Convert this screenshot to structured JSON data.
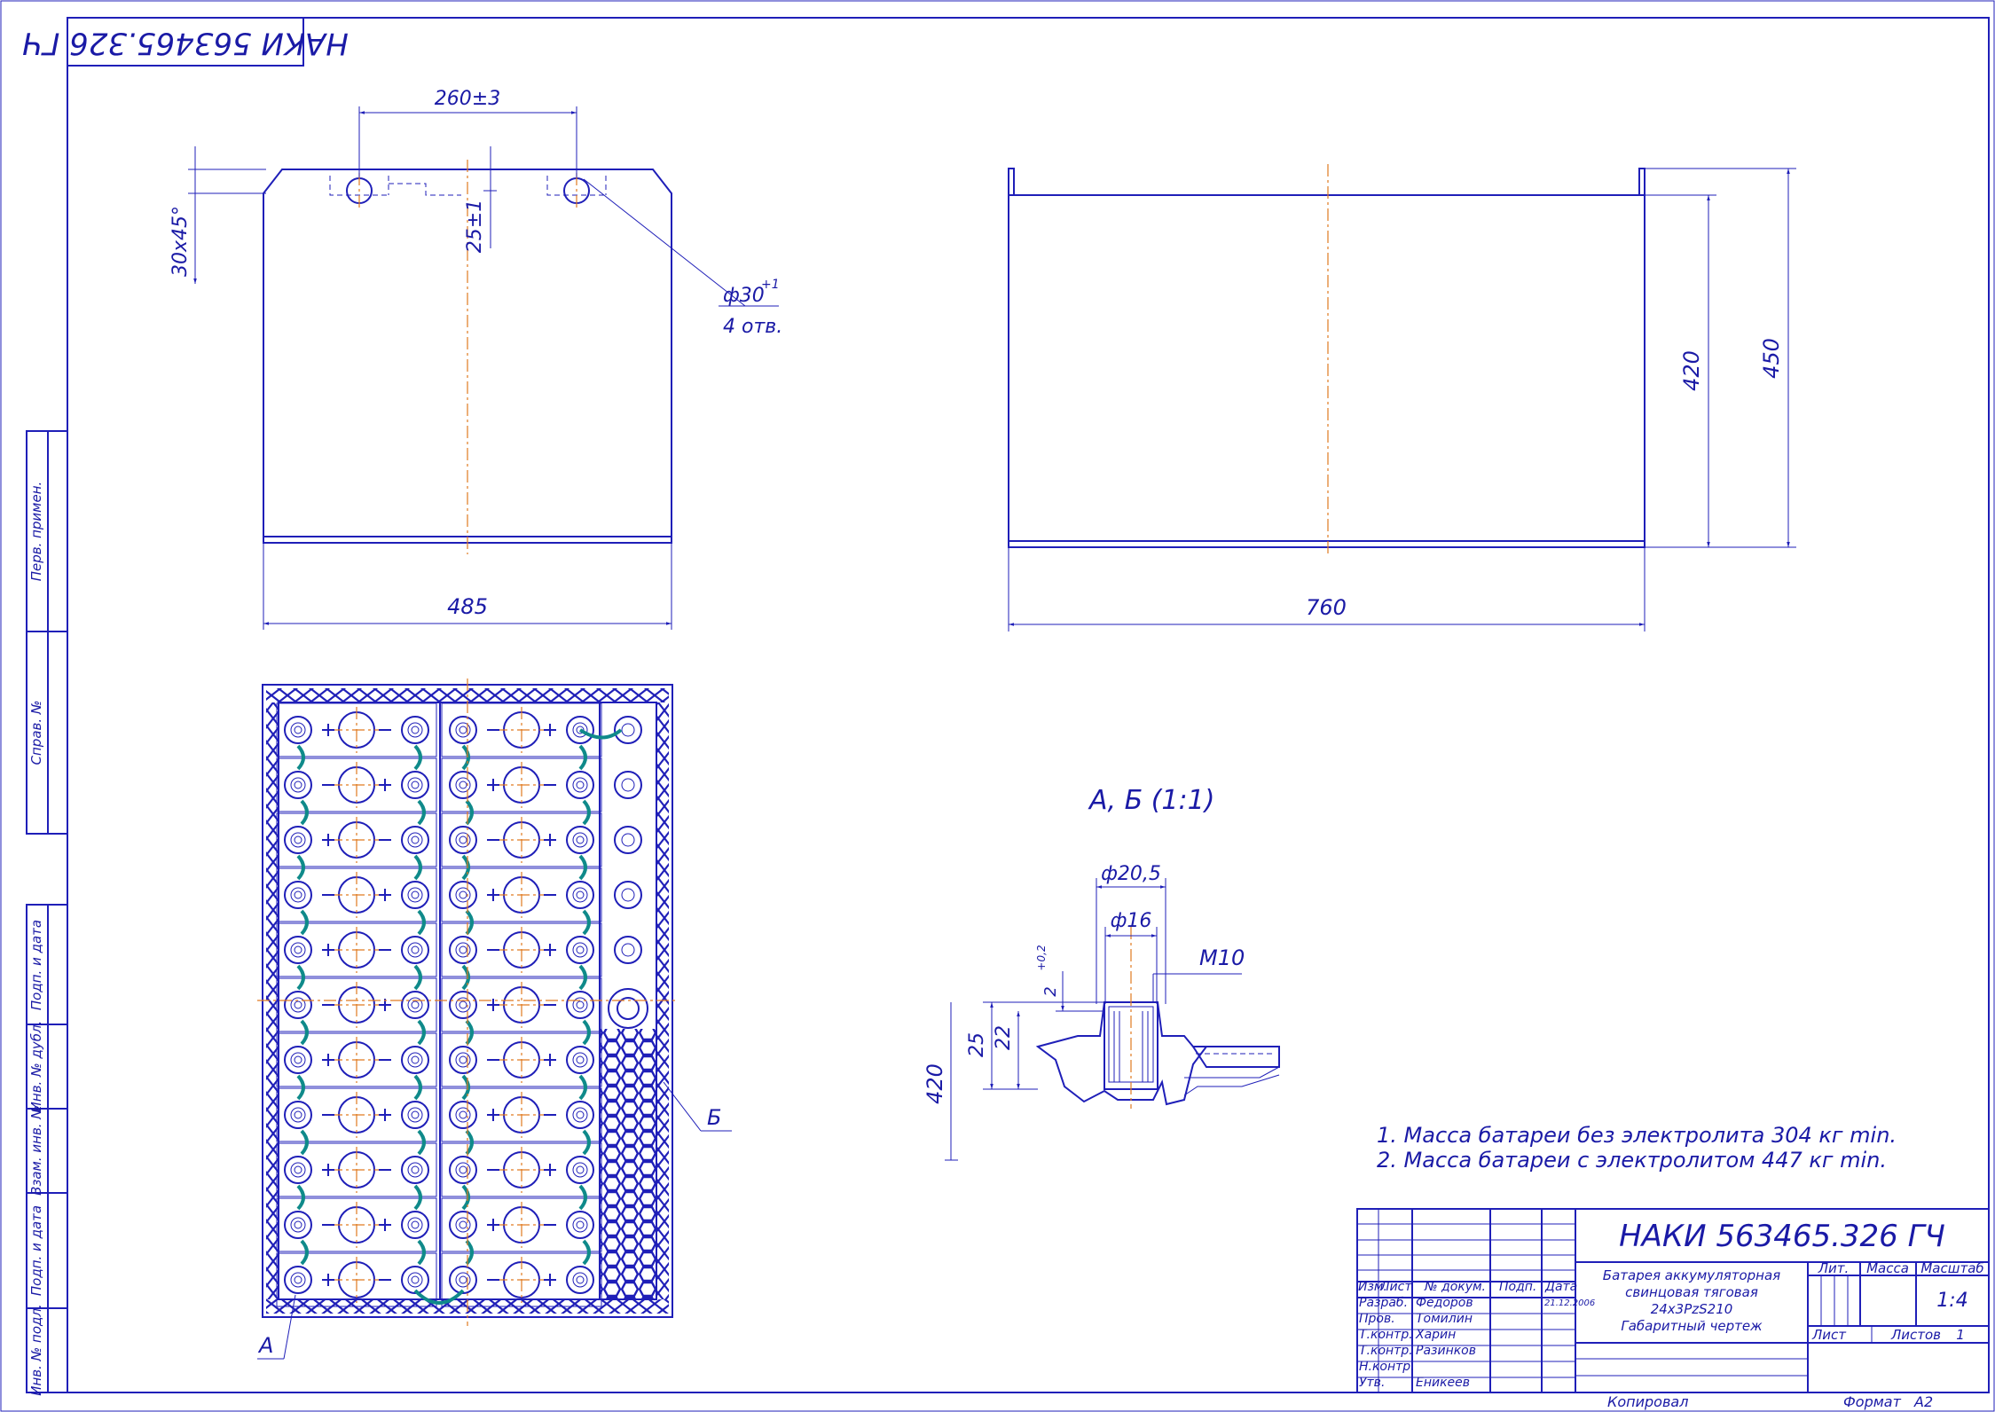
{
  "drawing": {
    "doc_code": "НАКИ 563465.326 ГЧ",
    "doc_code_rotated": "НАКИ 563465.326 ГЧ",
    "title_lines": [
      "Батарея аккумуляторная",
      "свинцовая тяговая",
      "24х3PzS210",
      "Габаритный чертеж"
    ],
    "footer_copied": "Копировал",
    "footer_format_label": "Формат",
    "footer_format_value": "А2"
  },
  "left_strip": [
    "Перв. примен.",
    "Справ. №",
    "Подп. и дата",
    "Инв. № дубл.",
    "Взам. инв. №",
    "Подп. и дата",
    "Инв. № подл."
  ],
  "dimensions": {
    "top_width": "485",
    "hole_spacing": "260±3",
    "chamfer": "30х45°",
    "hole_offset": "25±1",
    "hole_dia": "ф30",
    "hole_dia_tol": "+1",
    "hole_count": "4 отв.",
    "front_width": "760",
    "inner_height": "420",
    "total_height": "450",
    "detail_title": "А, Б (1:1)",
    "d205": "ф20,5",
    "d16": "ф16",
    "thread": "М10",
    "tol": "2",
    "tol_sup": "+0,2",
    "h25": "25",
    "h22": "22",
    "h420b": "420",
    "callout_a": "А",
    "callout_b": "Б"
  },
  "notes": [
    "1. Масса батареи без электролита 304 кг min.",
    "2. Масса батареи с электролитом 447 кг min."
  ],
  "title_block": {
    "header": [
      "Изм.",
      "Лист",
      "№ докум.",
      "Подп.",
      "Дата"
    ],
    "roles": [
      "Разраб.",
      "Пров.",
      "Т.контр.",
      "Т.контр.",
      "Н.контр.",
      "Утв."
    ],
    "names": [
      "Федоров",
      "Томилин",
      "Харин",
      "Разинков",
      "",
      "Еникеев"
    ],
    "date": "21.12.2006",
    "lit_label": "Лит.",
    "mass_label": "Масса",
    "scale_label": "Масштаб",
    "scale_value": "1:4",
    "sheet_label": "Лист",
    "sheets_label": "Листов",
    "sheets_value": "1"
  },
  "colors": {
    "line": "#1f1fb8",
    "text": "#1a1aa6",
    "center": "#e07a20",
    "cable": "#0f8a8a"
  }
}
